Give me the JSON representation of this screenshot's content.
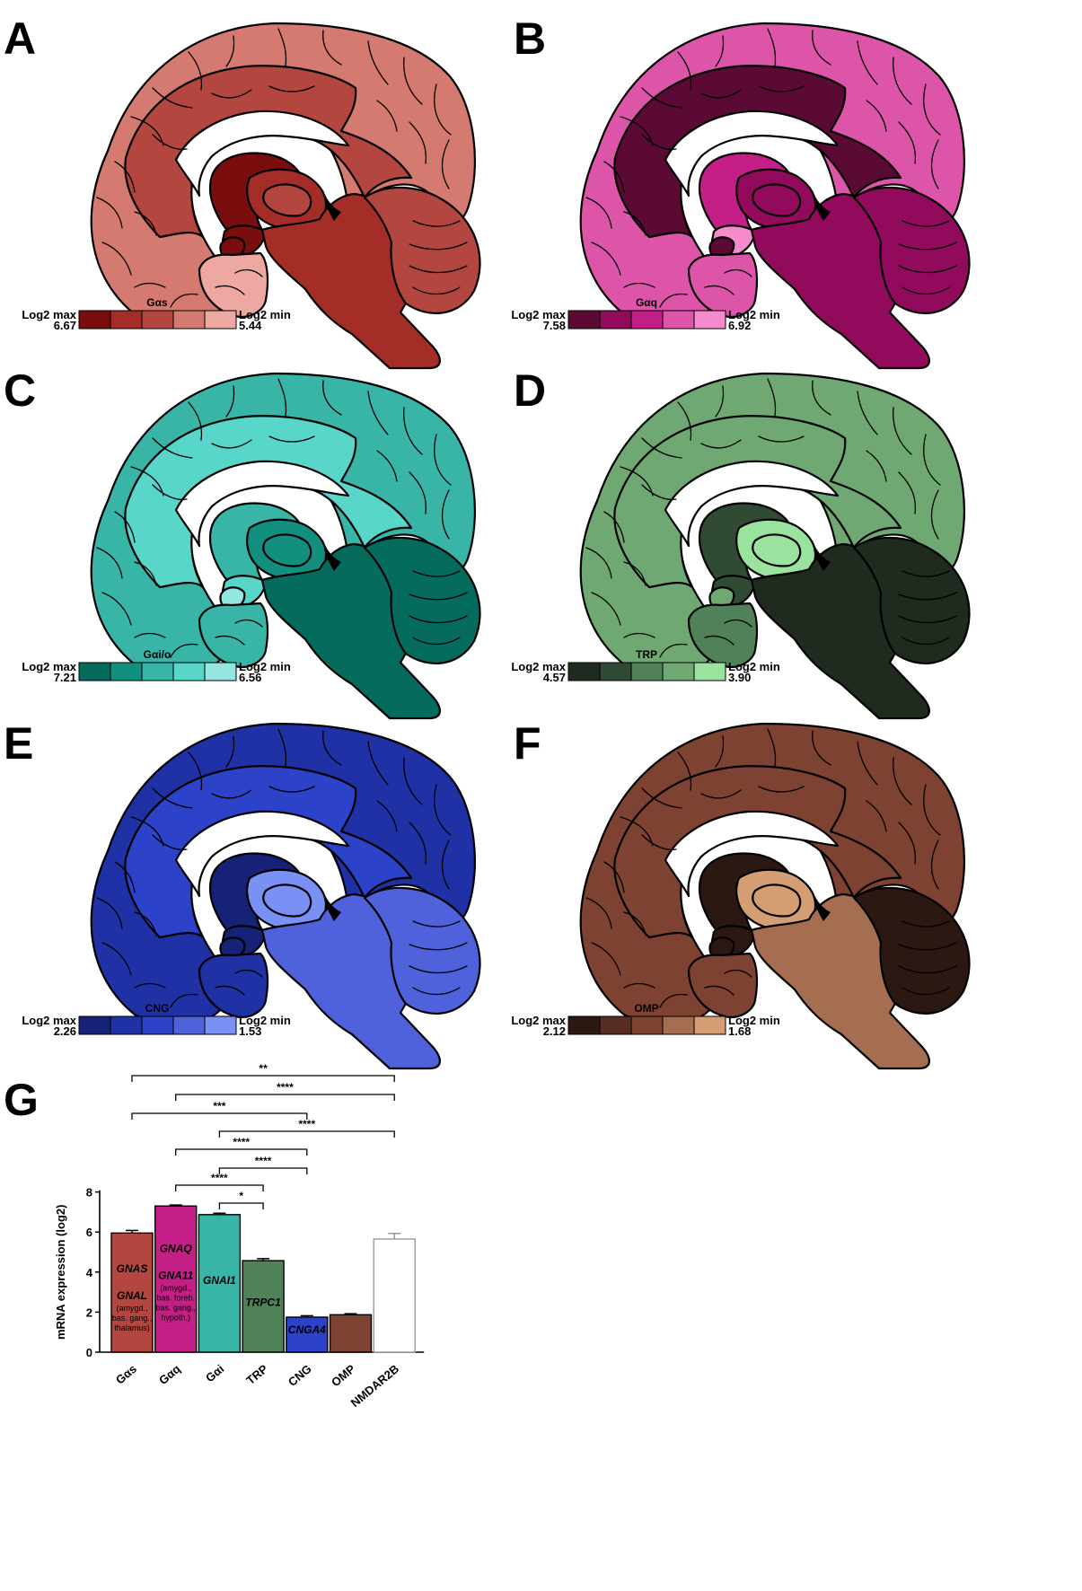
{
  "panels": [
    {
      "letter": "A",
      "title": "Gαs",
      "max_label": "Log2 max",
      "max_value": "6.67",
      "min_label": "Log2 min",
      "min_value": "5.44",
      "palette": [
        "#7a0e0e",
        "#a52d28",
        "#b3463f",
        "#d47a70",
        "#eda8a2"
      ],
      "regions": {
        "cortex": 3,
        "cingulate": 2,
        "caudate": 0,
        "thalamus": 1,
        "thal_inner": 2,
        "hypothal": 0,
        "amygdala": 0,
        "hippocampus": 4,
        "brainstem": 1,
        "cerebellum": 2
      }
    },
    {
      "letter": "B",
      "title": "Gαq",
      "max_label": "Log2 max",
      "max_value": "7.58",
      "min_label": "Log2 min",
      "min_value": "6.92",
      "palette": [
        "#5a0a35",
        "#920a5c",
        "#c41f87",
        "#dd55a8",
        "#f58bcd"
      ],
      "regions": {
        "cortex": 3,
        "cingulate": 0,
        "caudate": 2,
        "thalamus": 1,
        "thal_inner": 1,
        "hypothal": 4,
        "amygdala": 0,
        "hippocampus": 3,
        "brainstem": 1,
        "cerebellum": 1
      }
    },
    {
      "letter": "C",
      "title": "Gαi/o",
      "max_label": "Log2 max",
      "max_value": "7.21",
      "min_label": "Log2 min",
      "min_value": "6.56",
      "palette": [
        "#056b5c",
        "#138f80",
        "#38b5a7",
        "#59d6ca",
        "#93e7de"
      ],
      "regions": {
        "cortex": 2,
        "cingulate": 3,
        "caudate": 2,
        "thalamus": 1,
        "thal_inner": 1,
        "hypothal": 3,
        "amygdala": 4,
        "hippocampus": 2,
        "brainstem": 0,
        "cerebellum": 0
      }
    },
    {
      "letter": "D",
      "title": "TRP",
      "max_label": "Log2 max",
      "max_value": "4.57",
      "min_label": "Log2 min",
      "min_value": "3.90",
      "palette": [
        "#1e2b1e",
        "#314a33",
        "#518158",
        "#6fa873",
        "#9ae39f"
      ],
      "regions": {
        "cortex": 3,
        "cingulate": 3,
        "caudate": 1,
        "thalamus": 4,
        "thal_inner": 4,
        "hypothal": 1,
        "amygdala": 3,
        "hippocampus": 2,
        "brainstem": 0,
        "cerebellum": 0
      }
    },
    {
      "letter": "E",
      "title": "CNG",
      "max_label": "Log2 max",
      "max_value": "2.26",
      "min_label": "Log2 min",
      "min_value": "1.53",
      "palette": [
        "#162275",
        "#1f31a5",
        "#2c43c9",
        "#4f62dc",
        "#7990f5"
      ],
      "regions": {
        "cortex": 1,
        "cingulate": 2,
        "caudate": 0,
        "thalamus": 4,
        "thal_inner": 4,
        "hypothal": 0,
        "amygdala": 0,
        "hippocampus": 1,
        "brainstem": 3,
        "cerebellum": 3
      }
    },
    {
      "letter": "F",
      "title": "OMP",
      "max_label": "Log2 max",
      "max_value": "2.12",
      "min_label": "Log2 min",
      "min_value": "1.68",
      "palette": [
        "#2c1812",
        "#562c23",
        "#7d4232",
        "#a56e50",
        "#d49d74"
      ],
      "regions": {
        "cortex": 2,
        "cingulate": 2,
        "caudate": 0,
        "thalamus": 4,
        "thal_inner": 4,
        "hypothal": 0,
        "amygdala": 0,
        "hippocampus": 2,
        "brainstem": 3,
        "cerebellum": 0
      }
    }
  ],
  "panel_g": {
    "letter": "G",
    "chart_data": {
      "type": "bar",
      "categories": [
        "Gαs",
        "Gαq",
        "Gαi",
        "TRP",
        "CNG",
        "OMP",
        "NMDAR2B"
      ],
      "values": [
        5.95,
        7.3,
        6.87,
        4.57,
        1.75,
        1.87,
        5.65
      ],
      "errors": [
        0.13,
        0.05,
        0.07,
        0.1,
        0.07,
        0.05,
        0.28
      ],
      "colors": [
        "#b3463f",
        "#c41f87",
        "#38b5a7",
        "#518158",
        "#2c43c9",
        "#7d4232",
        "#ffffff"
      ],
      "ylabel": "mRNA expression (log2)",
      "ylim": [
        0,
        8
      ],
      "yticks": [
        0,
        2,
        4,
        6,
        8
      ],
      "bar_labels": [
        {
          "genes": [
            "GNAS",
            "GNAL"
          ],
          "note": [
            "(amygd.,",
            "bas. gang.,",
            "thalamus)"
          ]
        },
        {
          "genes": [
            "GNAQ",
            "GNA11"
          ],
          "note": [
            "(amygd.,",
            "bas. foreb.",
            "bas. gang.,",
            "hypoth.)"
          ]
        },
        {
          "genes": [
            "GNAI1"
          ],
          "note": []
        },
        {
          "genes": [
            "TRPC1"
          ],
          "note": []
        },
        {
          "genes": [
            "CNGA4"
          ],
          "note": []
        },
        {
          "genes": [],
          "note": []
        },
        {
          "genes": [],
          "note": []
        }
      ],
      "comparisons": [
        {
          "from": 0,
          "to": 6,
          "label": "**"
        },
        {
          "from": 1,
          "to": 6,
          "label": "****"
        },
        {
          "from": 0,
          "to": 4,
          "label": "***"
        },
        {
          "from": 2,
          "to": 6,
          "label": "****"
        },
        {
          "from": 1,
          "to": 4,
          "label": "****"
        },
        {
          "from": 2,
          "to": 4,
          "label": "****"
        },
        {
          "from": 1,
          "to": 3,
          "label": "****"
        },
        {
          "from": 2,
          "to": 3,
          "label": "*"
        }
      ]
    }
  }
}
